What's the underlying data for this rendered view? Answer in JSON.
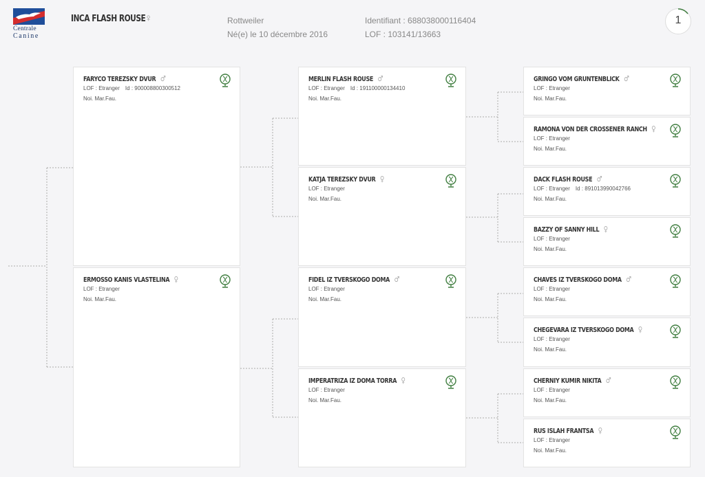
{
  "header": {
    "logo_line1": "Centrale",
    "logo_line2": "Canine",
    "dog_name": "INCA FLASH ROUSE",
    "dog_sex": "♀",
    "breed": "Rottweiler",
    "birth": "Né(e) le 10 décembre 2016",
    "identifiant": "Identifiant : 688038000116404",
    "lof": "LOF : 103141/13663",
    "generation": "1"
  },
  "colors": {
    "accent": "#3f7d3f",
    "line": "#aaaaaa"
  },
  "icons": {
    "genetics": "dna-globe-icon"
  },
  "pedigree": {
    "parents": [
      {
        "name": "FARYCO TEREZSKY DVUR",
        "sex": "♂",
        "lof": "LOF : Etranger",
        "id": "Id : 900008800300512",
        "color": "Noi. Mar.Fau."
      },
      {
        "name": "ERMOSSO KANIS VLASTELINA",
        "sex": "♀",
        "lof": "LOF : Etranger",
        "id": "",
        "color": "Noi. Mar.Fau."
      }
    ],
    "grandparents": [
      {
        "name": "MERLIN FLASH ROUSE",
        "sex": "♂",
        "lof": "LOF : Etranger",
        "id": "Id : 191100000134410",
        "color": "Noi. Mar.Fau."
      },
      {
        "name": "KATJA TEREZSKY DVUR",
        "sex": "♀",
        "lof": "LOF : Etranger",
        "id": "",
        "color": "Noi. Mar.Fau."
      },
      {
        "name": "FIDEL IZ TVERSKOGO DOMA",
        "sex": "♂",
        "lof": "LOF : Etranger",
        "id": "",
        "color": "Noi. Mar.Fau."
      },
      {
        "name": "IMPERATRIZA IZ DOMA TORRA",
        "sex": "♀",
        "lof": "LOF : Etranger",
        "id": "",
        "color": "Noi. Mar.Fau."
      }
    ],
    "great_grandparents": [
      {
        "name": "GRINGO VOM GRUNTENBLICK",
        "sex": "♂",
        "lof": "LOF : Etranger",
        "id": "",
        "color": "Noi. Mar.Fau."
      },
      {
        "name": "RAMONA VON DER CROSSENER RANCH",
        "sex": "♀",
        "lof": "LOF : Etranger",
        "id": "",
        "color": "Noi. Mar.Fau."
      },
      {
        "name": "DACK FLASH ROUSE",
        "sex": "♂",
        "lof": "LOF : Etranger",
        "id": "Id : 891013990042766",
        "color": "Noi. Mar.Fau."
      },
      {
        "name": "BAZZY OF SANNY HILL",
        "sex": "♀",
        "lof": "LOF : Etranger",
        "id": "",
        "color": "Noi. Mar.Fau."
      },
      {
        "name": "CHAVES IZ TVERSKOGO DOMA",
        "sex": "♂",
        "lof": "LOF : Etranger",
        "id": "",
        "color": "Noi. Mar.Fau."
      },
      {
        "name": "CHEGEVARA IZ TVERSKOGO DOMA",
        "sex": "♀",
        "lof": "LOF : Etranger",
        "id": "",
        "color": "Noi. Mar.Fau."
      },
      {
        "name": "CHERNIY KUMIR NIKITA",
        "sex": "♂",
        "lof": "LOF : Etranger",
        "id": "",
        "color": "Noi. Mar.Fau."
      },
      {
        "name": "RUS ISLAH FRANTSA",
        "sex": "♀",
        "lof": "LOF : Etranger",
        "id": "",
        "color": "Noi. Mar.Fau."
      }
    ]
  }
}
